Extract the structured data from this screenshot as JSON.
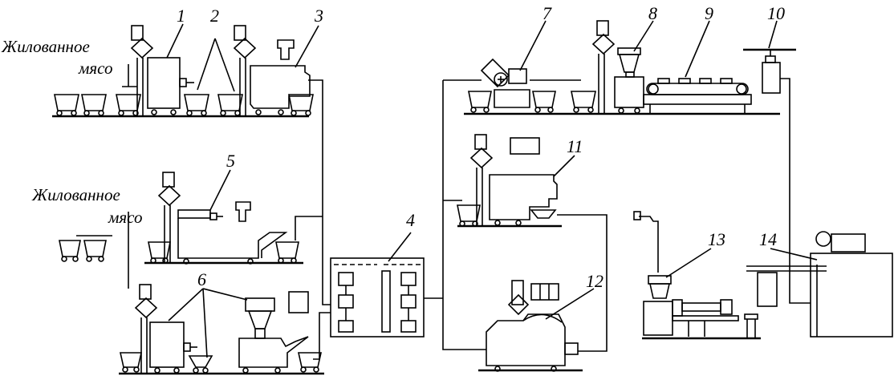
{
  "labels": {
    "meat_top_line1": "Жилованное",
    "meat_top_line2": "мясо",
    "meat_mid_line1": "Жилованное",
    "meat_mid_line2": "мясо"
  },
  "numbers": [
    "1",
    "2",
    "3",
    "4",
    "5",
    "6",
    "7",
    "8",
    "9",
    "10",
    "11",
    "12",
    "13",
    "14"
  ],
  "colors": {
    "line": "#000000",
    "background": "#ffffff"
  }
}
